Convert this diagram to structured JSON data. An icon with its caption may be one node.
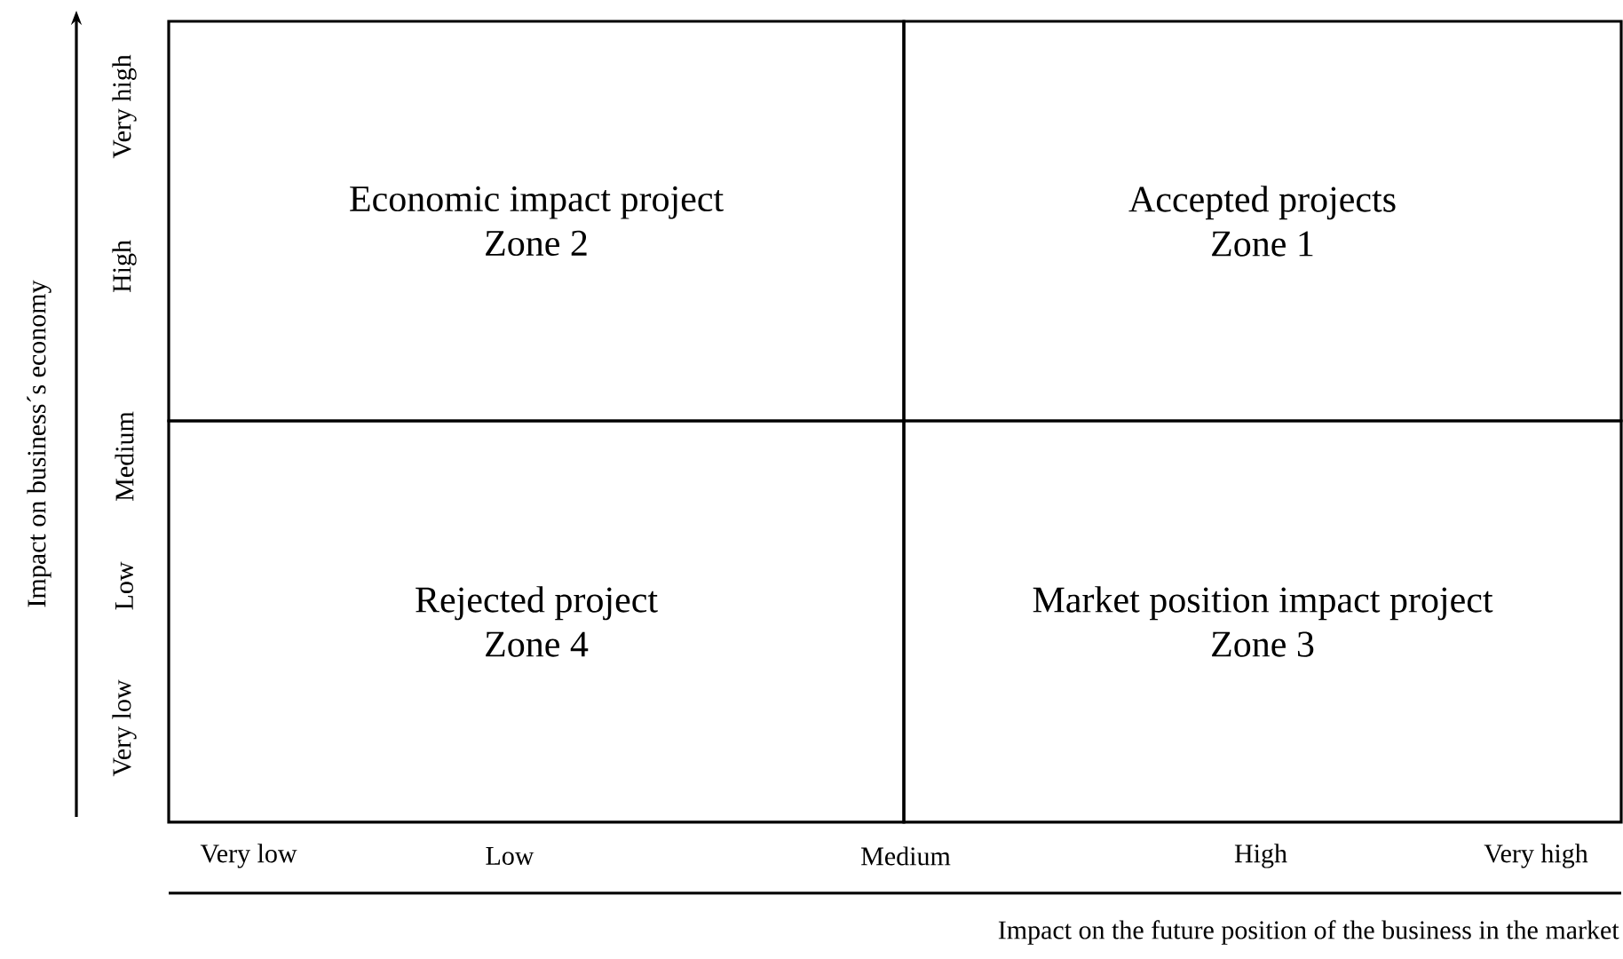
{
  "diagram": {
    "nodes": [
      {
        "text": [
          "Economic impact project",
          "Zone 2"
        ]
      },
      {
        "text": [
          "Accepted projects",
          "Zone 1"
        ]
      },
      {
        "text": [
          "Rejected project",
          "Zone 4"
        ]
      },
      {
        "text": [
          "Market position impact project",
          "Zone 3"
        ]
      }
    ],
    "labels": [
      "Impact on business´s economy",
      "Very high",
      "High",
      "Medium",
      "Low",
      "Very low",
      "Very low",
      "Low",
      "Medium",
      "High",
      "Very high",
      "Impact on the future position of the business in the market"
    ]
  }
}
